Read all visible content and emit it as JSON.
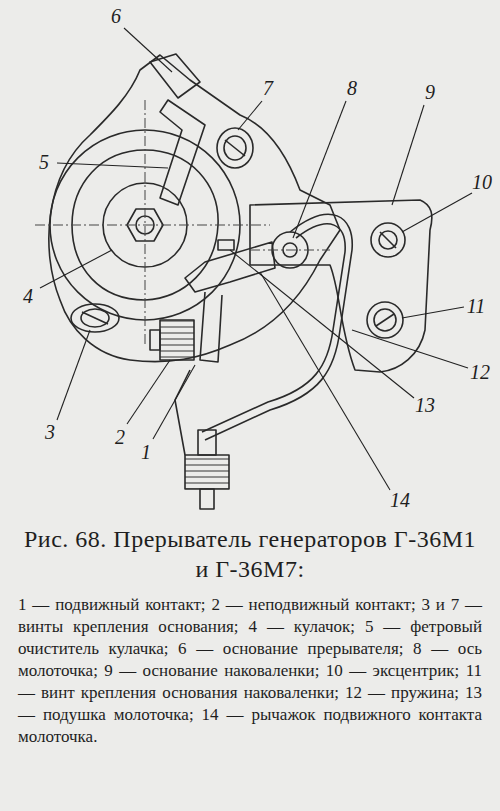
{
  "diagram": {
    "caption": "Рис. 68. Прерыватель генераторов Г-36М1 и Г-36М7:",
    "labels": [
      "6",
      "7",
      "8",
      "9",
      "10",
      "5",
      "4",
      "11",
      "12",
      "3",
      "2",
      "1",
      "13",
      "14",
      "1 — подвижный контакт; 2 — неподвижный контакт; 3 и 7 — винты крепления основания; 4 — кулачок; 5 — фетровый очиститель кулачка; 6 — основание прерывателя; 8 — ось молоточка; 9 — основание наковаленки; 10 — эксцентрик; 11 — винт крепления основания наковаленки; 12 — пружина; 13 — подушка молоточка; 14 — рычажок подвижного контакта молоточка."
    ]
  }
}
